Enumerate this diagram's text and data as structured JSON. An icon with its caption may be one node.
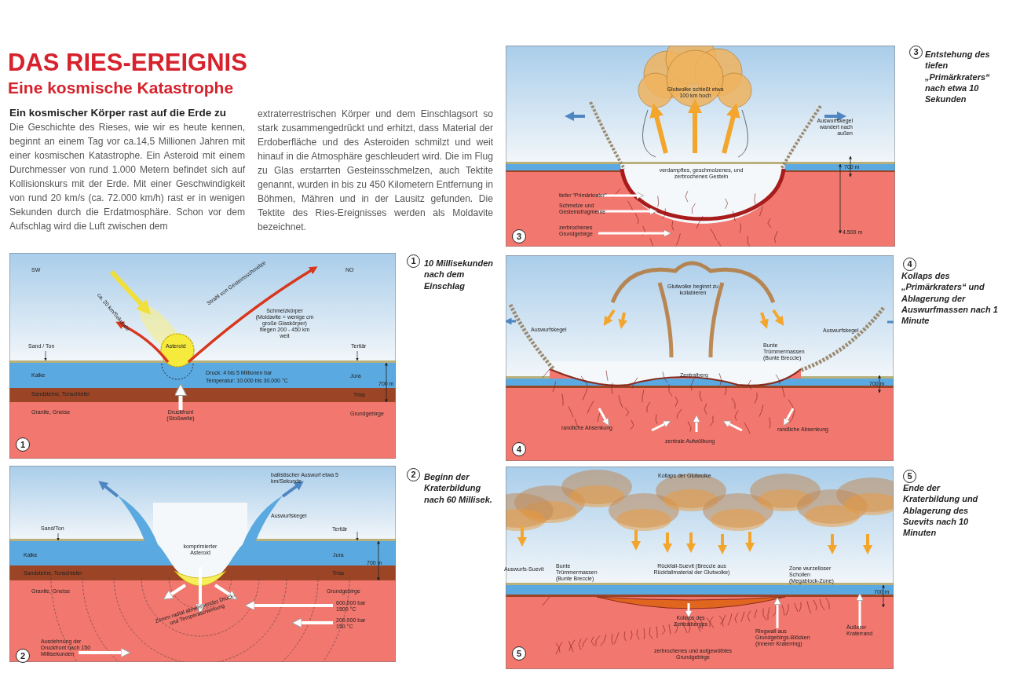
{
  "diagram": {
    "title": "DAS RIES-EREIGNIS",
    "labels": [
      "Eine kosmische Katastrophe",
      "Ein kosmischer Körper rast auf die Erde zu",
      "Die Geschichte des Rieses, wie wir es heute kennen, beginnt an einem Tag vor ca.14,5 Millionen Jahren mit einer kosmischen Katastrophe. Ein Asteroid mit einem Durchmesser von rund 1.000 Metern befindet sich auf Kollisionskurs mit der Erde. Mit einer Geschwindigkeit von rund 20 km/s (ca. 72.000 km/h) rast er in wenigen Sekunden durch die Erdatmosphäre. Schon vor dem Aufschlag wird die Luft zwischen dem",
      "extraterrestrischen Körper und dem Einschlagsort so stark zusammengedrückt und erhitzt, dass Material der Erdoberfläche und des Asteroiden schmilzt und weit hinauf in die Atmosphäre geschleudert wird. Die im Flug zu Glas erstarrten Gesteinsschmelzen, auch Tektite genannt, wurden in bis zu 450 Kilometern Entfernung in Böhmen, Mähren und in der Lausitz gefunden. Die Tektite des Ries-Ereignisses werden als Moldavite bezeichnet.",
      "1",
      "10 Millisekunden nach dem Einschlag",
      "SW",
      "ca. 20 km/Sekunde",
      "NO",
      "Strahl von Gesteinsschmelze",
      "Schmelzkörper (Moldavite = wenige cm große Glaskörper) fliegen 200 - 450 km weit",
      "Sand / Ton",
      "Asteroid",
      "Tertiär",
      "Kalke",
      "Druck: 4 bis 5 Millionen bar",
      "Temperatur: 10.000 bis 30.000 °C",
      "Jura",
      "700 m",
      "Sandsteine, Tonschiefer",
      "Trias",
      "Granite, Gneise",
      "Druckfront (Stoßwelle)",
      "Grundgebirge",
      "1",
      "2",
      "Beginn der Kraterbildung nach 60 Millisek.",
      "ballistischer Auswurf etwa 5 km/Sekunde",
      "Auswurfskegel",
      "Sand/Ton",
      "Tertiär",
      "komprimierter Asteroid",
      "Kalke",
      "Jura",
      "700 m",
      "Sandsteine, Tonschiefer",
      "Trias",
      "Granite, Gneise",
      "Grundgebirge",
      "600.000 bar 1500 °C",
      "Zonen radial abnehmender Druck- und Temperaturwirkung",
      "200.000 bar 150 °C",
      "Ausdehnung der Druckfront nach 150 Millisekunden",
      "2",
      "3",
      "Entstehung des tiefen „Primärkraters“ nach etwa 10 Sekunden",
      "Glutwolke schießt etwa 100 km hoch",
      "Auswurfskegel wandert nach außen",
      "verdampftes, geschmolzenes, und zerbrochenes Gestein",
      "700 m",
      "tiefer “Primärkrater”",
      "Schmelze und Gesteinsfragmente",
      "zerbrochenes Grundgebirge",
      "4.500 m",
      "3",
      "4",
      "Kollaps des „Primärkraters“ und Ablagerung der Auswurfmassen nach 1 Minute",
      "Glutwolke beginnt zu kollabieren",
      "Auswurfskegel",
      "Auswurfskegel",
      "Bunte Trümmermassen (Bunte Breccie)",
      "Zentralberg",
      "700 m",
      "randliche Absenkung",
      "randliche Absenkung",
      "zentrale Aufwölbung",
      "4",
      "5",
      "Ende der Kraterbildung und Ablagerung des Suevits nach 10 Minuten",
      "Kollaps der Glutwolke",
      "Auswurfs-Suevit",
      "Bunte Trümmermassen (Bunte Breccie)",
      "Rückfall-Suevit (Breccie aus Rückfallmaterial der Glutwolke)",
      "Zone wurzelloser Schollen (Megablock-Zone)",
      "700 m",
      "Kollaps des Zentralberges",
      "Ringwall aus Grundgebirgs-Blöcken (Innerer Kraterring)",
      "Äußerer Kraterrand",
      "zerbrochenes und aufgewölbtes Grundgebirge",
      "5"
    ]
  }
}
